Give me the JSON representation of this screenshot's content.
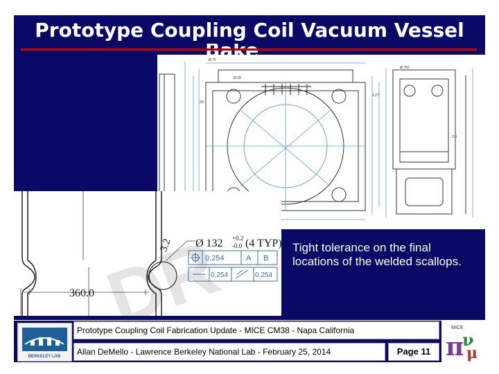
{
  "slide": {
    "title_line1": "Prototype Coupling Coil Vacuum Vessel",
    "title_line2": "Bake",
    "caption": "Tight tolerance on the final locations of the welded scallops."
  },
  "drawing": {
    "diameter_callout": "Ø 132",
    "tol_plus": "+0.2",
    "tol_minus": "-0.0",
    "typ_note": "(4 TYP)",
    "radius_value": "3.2",
    "fcf_position_tol": "0.254",
    "fcf_datum_a": "A",
    "fcf_datum_b": "B",
    "fcf_profile_tol_1": "0.254",
    "fcf_profile_tol_2": "0.254",
    "length_dim": "360.0",
    "watermark": "DR"
  },
  "footer": {
    "line1": "Prototype Coupling Coil Fabrication Update - MICE CM38 - Napa California",
    "line2": "Allan DeMello - Lawrence Berkeley National Lab - February 25, 2014",
    "page": "Page 11",
    "lab_logo_text": "BERKELEY LAB",
    "mice_logo_text": "MICE"
  }
}
